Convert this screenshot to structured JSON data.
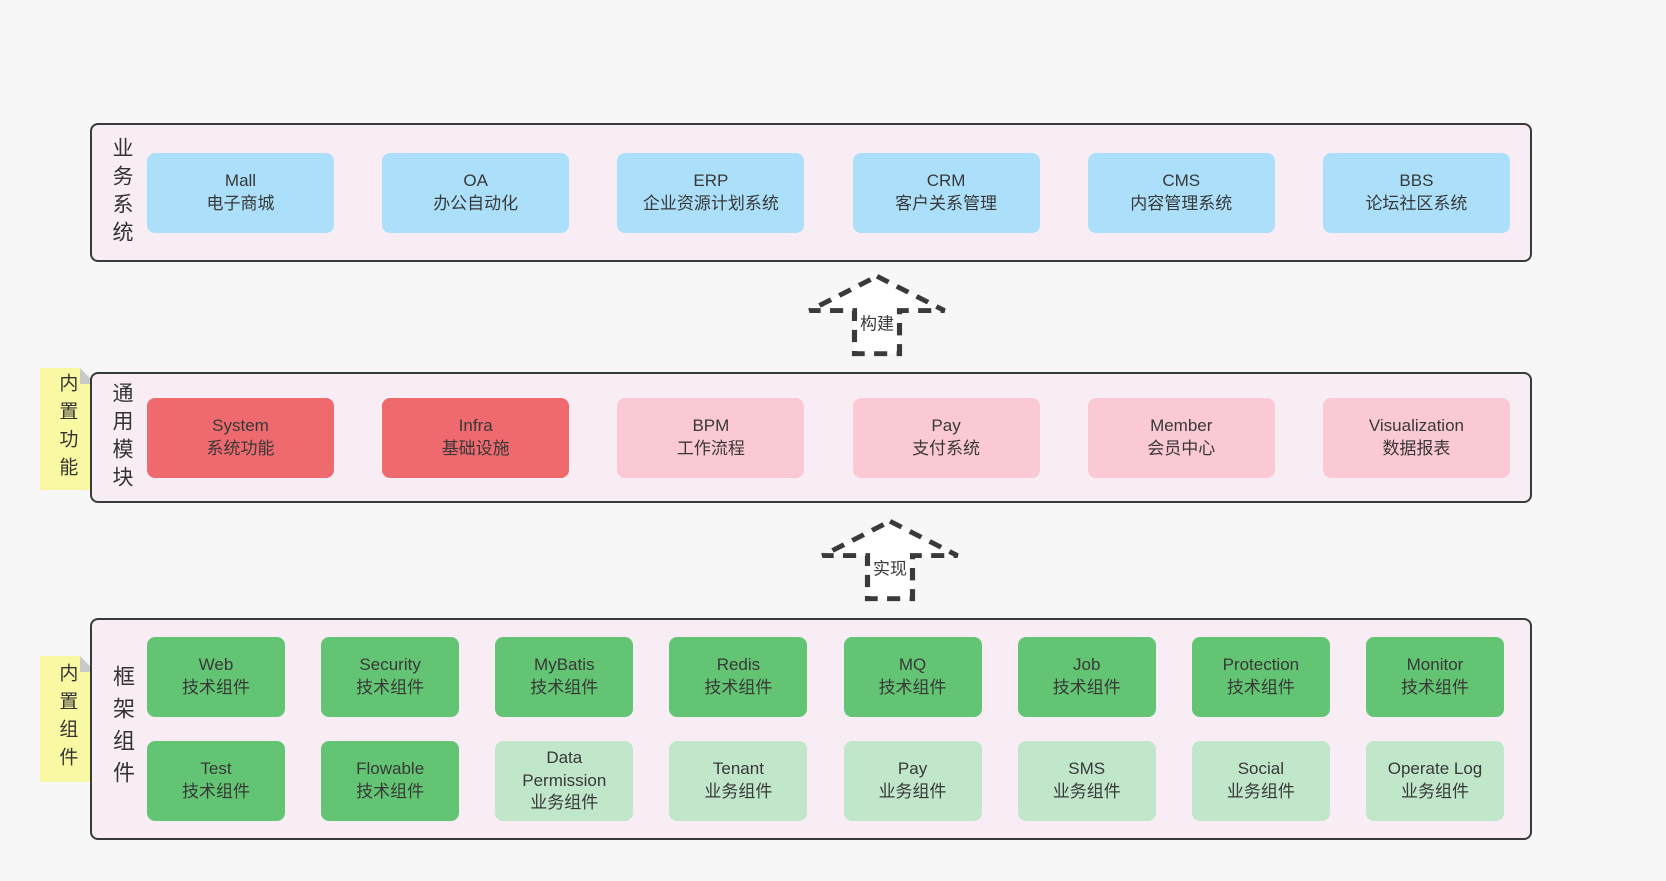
{
  "colors": {
    "page_bg": "#f7f7f7",
    "section_bg": "#f8edf5",
    "section_border": "#3a3a3a",
    "blue_box": "#ace0fa",
    "red_box": "#ee6a6e",
    "pink_box": "#fbc9d3",
    "green_box": "#63c573",
    "light_green_box": "#c1e7ca",
    "sticky_yellow": "#f9f9a3",
    "sticky_fold": "#c9c9c9",
    "text": "#383838"
  },
  "arrows": {
    "build_label": "构建",
    "implement_label": "实现"
  },
  "sections": {
    "business": {
      "label": "业务系统",
      "items": [
        {
          "name": "Mall",
          "desc": "电子商城"
        },
        {
          "name": "OA",
          "desc": "办公自动化"
        },
        {
          "name": "ERP",
          "desc": "企业资源计划系统"
        },
        {
          "name": "CRM",
          "desc": "客户关系管理"
        },
        {
          "name": "CMS",
          "desc": "内容管理系统"
        },
        {
          "name": "BBS",
          "desc": "论坛社区系统"
        }
      ]
    },
    "modules": {
      "label": "通用模块",
      "sticky": "内置功能",
      "items": [
        {
          "name": "System",
          "desc": "系统功能",
          "variant": "red"
        },
        {
          "name": "Infra",
          "desc": "基础设施",
          "variant": "red"
        },
        {
          "name": "BPM",
          "desc": "工作流程",
          "variant": "pink"
        },
        {
          "name": "Pay",
          "desc": "支付系统",
          "variant": "pink"
        },
        {
          "name": "Member",
          "desc": "会员中心",
          "variant": "pink"
        },
        {
          "name": "Visualization",
          "desc": "数据报表",
          "variant": "pink"
        }
      ]
    },
    "framework": {
      "label": "框架组件",
      "sticky": "内置组件",
      "rows": [
        [
          {
            "name": "Web",
            "desc": "技术组件",
            "variant": "green"
          },
          {
            "name": "Security",
            "desc": "技术组件",
            "variant": "green"
          },
          {
            "name": "MyBatis",
            "desc": "技术组件",
            "variant": "green"
          },
          {
            "name": "Redis",
            "desc": "技术组件",
            "variant": "green"
          },
          {
            "name": "MQ",
            "desc": "技术组件",
            "variant": "green"
          },
          {
            "name": "Job",
            "desc": "技术组件",
            "variant": "green"
          },
          {
            "name": "Protection",
            "desc": "技术组件",
            "variant": "green"
          },
          {
            "name": "Monitor",
            "desc": "技术组件",
            "variant": "green"
          }
        ],
        [
          {
            "name": "Test",
            "desc": "技术组件",
            "variant": "green"
          },
          {
            "name": "Flowable",
            "desc": "技术组件",
            "variant": "green"
          },
          {
            "name": "Data Permission",
            "desc": "业务组件",
            "variant": "lightgreen"
          },
          {
            "name": "Tenant",
            "desc": "业务组件",
            "variant": "lightgreen"
          },
          {
            "name": "Pay",
            "desc": "业务组件",
            "variant": "lightgreen"
          },
          {
            "name": "SMS",
            "desc": "业务组件",
            "variant": "lightgreen"
          },
          {
            "name": "Social",
            "desc": "业务组件",
            "variant": "lightgreen"
          },
          {
            "name": "Operate Log",
            "desc": "业务组件",
            "variant": "lightgreen"
          }
        ]
      ]
    }
  }
}
